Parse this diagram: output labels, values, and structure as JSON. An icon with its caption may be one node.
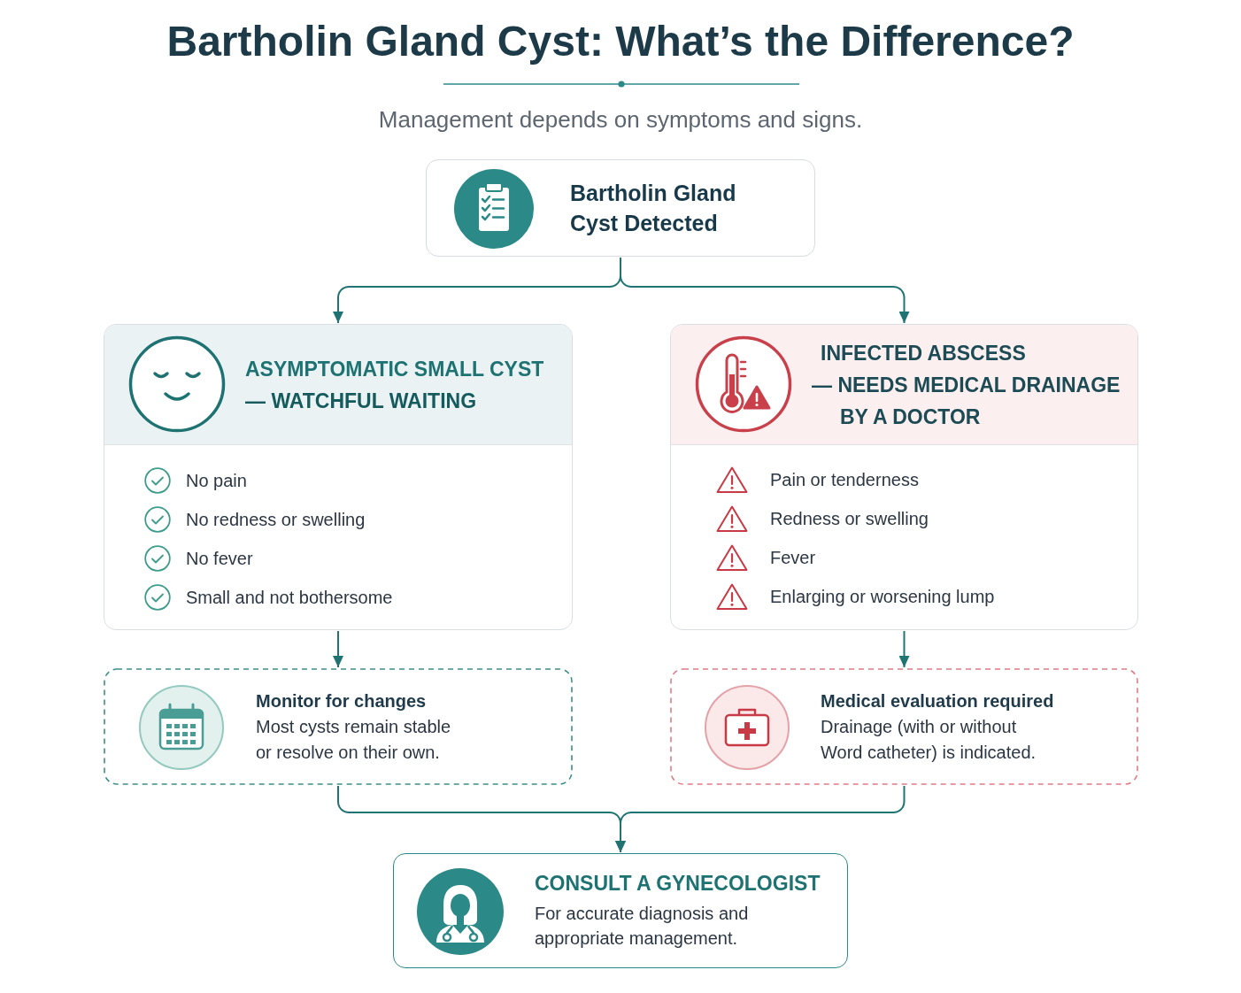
{
  "diagram": {
    "title": "Bartholin Gland Cyst: What’s the Difference?",
    "nodes": [
      {
        "text": [
          "Bartholin Gland Cyst Detected"
        ]
      },
      {
        "text": [
          "ASYMPTOMATIC SMALL CYST",
          "— WATCHFUL WAITING",
          "No pain",
          "No redness or swelling",
          "No fever",
          "Small and not bothersome"
        ]
      },
      {
        "text": [
          "INFECTED ABSCESS",
          "— NEEDS MEDICAL DRAINAGE BY A DOCTOR",
          "Pain or tenderness",
          "Redness or swelling",
          "Fever",
          "Enlarging or worsening lump"
        ]
      },
      {
        "text": [
          "Monitor for changes",
          "Most cysts remain stable or resolve on their own."
        ]
      },
      {
        "text": [
          "Medical evaluation required",
          "Drainage (with or without Word catheter) is indicated."
        ]
      },
      {
        "text": [
          "CONSULT A GYNECOLOGIST",
          "For accurate diagnosis and appropriate management."
        ]
      }
    ],
    "edges": [
      {
        "from": 0,
        "to": 1,
        "arrow": "to"
      },
      {
        "from": 0,
        "to": 2,
        "arrow": "to"
      },
      {
        "from": 1,
        "to": 3,
        "arrow": "to"
      },
      {
        "from": 2,
        "to": 4,
        "arrow": "to"
      },
      {
        "from": 3,
        "to": 5,
        "arrow": "to"
      },
      {
        "from": 4,
        "to": 5,
        "arrow": "to"
      }
    ],
    "labels": [
      "Management depends on symptoms and signs."
    ]
  }
}
